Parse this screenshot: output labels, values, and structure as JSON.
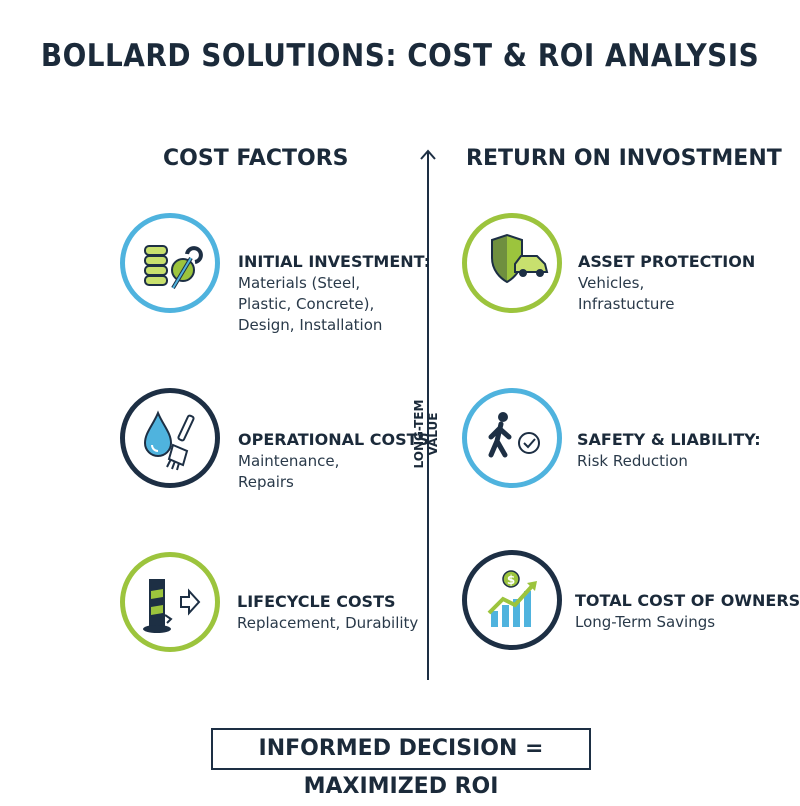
{
  "title": "BOLLARD SOLUTIONS: COST & ROI ANALYSIS",
  "left_column": {
    "heading": "COST FACTORS",
    "items": [
      {
        "title": "INITIAL INVESTMENT:",
        "lines": [
          "Materials (Steel,",
          "Plastic, Concrete),",
          "Design, Installation"
        ],
        "icon": "materials-wrench-icon",
        "ring_color": "#4fb3de"
      },
      {
        "title": "OPERATIONAL COSTS",
        "lines": [
          "Maintenance,",
          "Repairs"
        ],
        "icon": "drop-brush-icon",
        "ring_color": "#1d2f44"
      },
      {
        "title": "LIFECYCLE COSTS",
        "lines": [
          "Replacement, Durability"
        ],
        "icon": "damaged-bollard-icon",
        "ring_color": "#9cc43d"
      }
    ]
  },
  "right_column": {
    "heading": "RETURN ON INVOSTMENT",
    "items": [
      {
        "title": "ASSET PROTECTION",
        "lines": [
          "Vehicles,",
          "Infrastucture"
        ],
        "icon": "shield-vehicle-icon",
        "ring_color": "#9cc43d"
      },
      {
        "title": "SAFETY & LIABILITY:",
        "lines": [
          "Risk Reduction"
        ],
        "icon": "pedestrian-check-icon",
        "ring_color": "#4fb3de"
      },
      {
        "title": "TOTAL COST OF OWNERSHIP",
        "lines": [
          "Long-Term Savings"
        ],
        "icon": "savings-growth-icon",
        "ring_color": "#1d2f44"
      }
    ]
  },
  "axis_label": "LONG-TEM VALUE",
  "footer": "INFORMED DECISION = MAXIMIZED ROI",
  "colors": {
    "navy": "#1d2f44",
    "blue": "#4fb3de",
    "green": "#9cc43d"
  }
}
